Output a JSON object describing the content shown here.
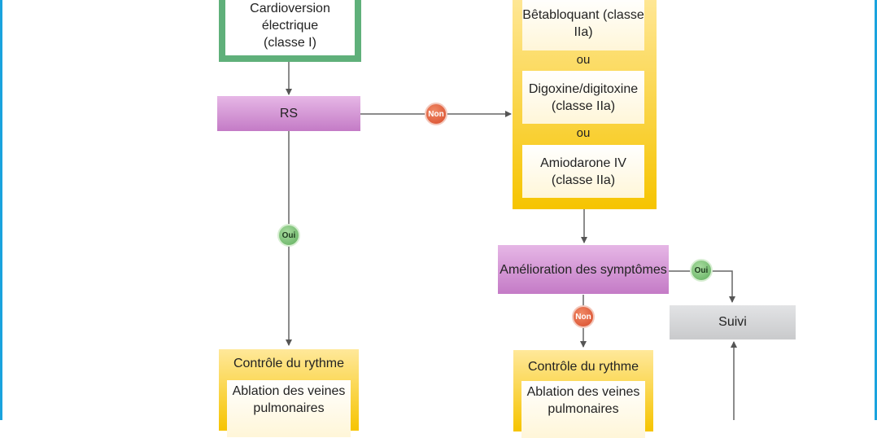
{
  "nodes": {
    "cardioversion": {
      "lines": [
        "Cardioversion",
        "électrique",
        "(classe I)"
      ]
    },
    "rs": {
      "label": "RS"
    },
    "betabloquant": {
      "lines": [
        "Bêtabloquant",
        "(classe IIa)"
      ]
    },
    "ou_1": "ou",
    "digoxine": {
      "lines": [
        "Digoxine/digitoxine",
        "(classe IIa)"
      ]
    },
    "ou_2": "ou",
    "amiodarone": {
      "lines": [
        "Amiodarone IV",
        "(classe IIa)"
      ]
    },
    "amelioration": {
      "lines": [
        "Amélioration",
        "des symptômes"
      ]
    },
    "suivi": {
      "label": "Suivi"
    },
    "controle_left": {
      "title": "Contrôle du rythme",
      "lines": [
        "Ablation des veines",
        "pulmonaires"
      ]
    },
    "controle_right": {
      "title": "Contrôle du rythme",
      "lines": [
        "Ablation des veines",
        "pulmonaires"
      ]
    }
  },
  "badges": {
    "non_rs": "Non",
    "oui_rs": "Oui",
    "oui_amelioration": "Oui",
    "non_amelioration": "Non"
  },
  "colors": {
    "frame": "#1aa3de",
    "green": "#5fb07a",
    "purple": "#c47bc6",
    "yellow": "#f6c400",
    "grey": "#c9cacc",
    "arrow": "#555555",
    "badge_non": "#d84a2a",
    "badge_oui": "#5fae5d"
  }
}
